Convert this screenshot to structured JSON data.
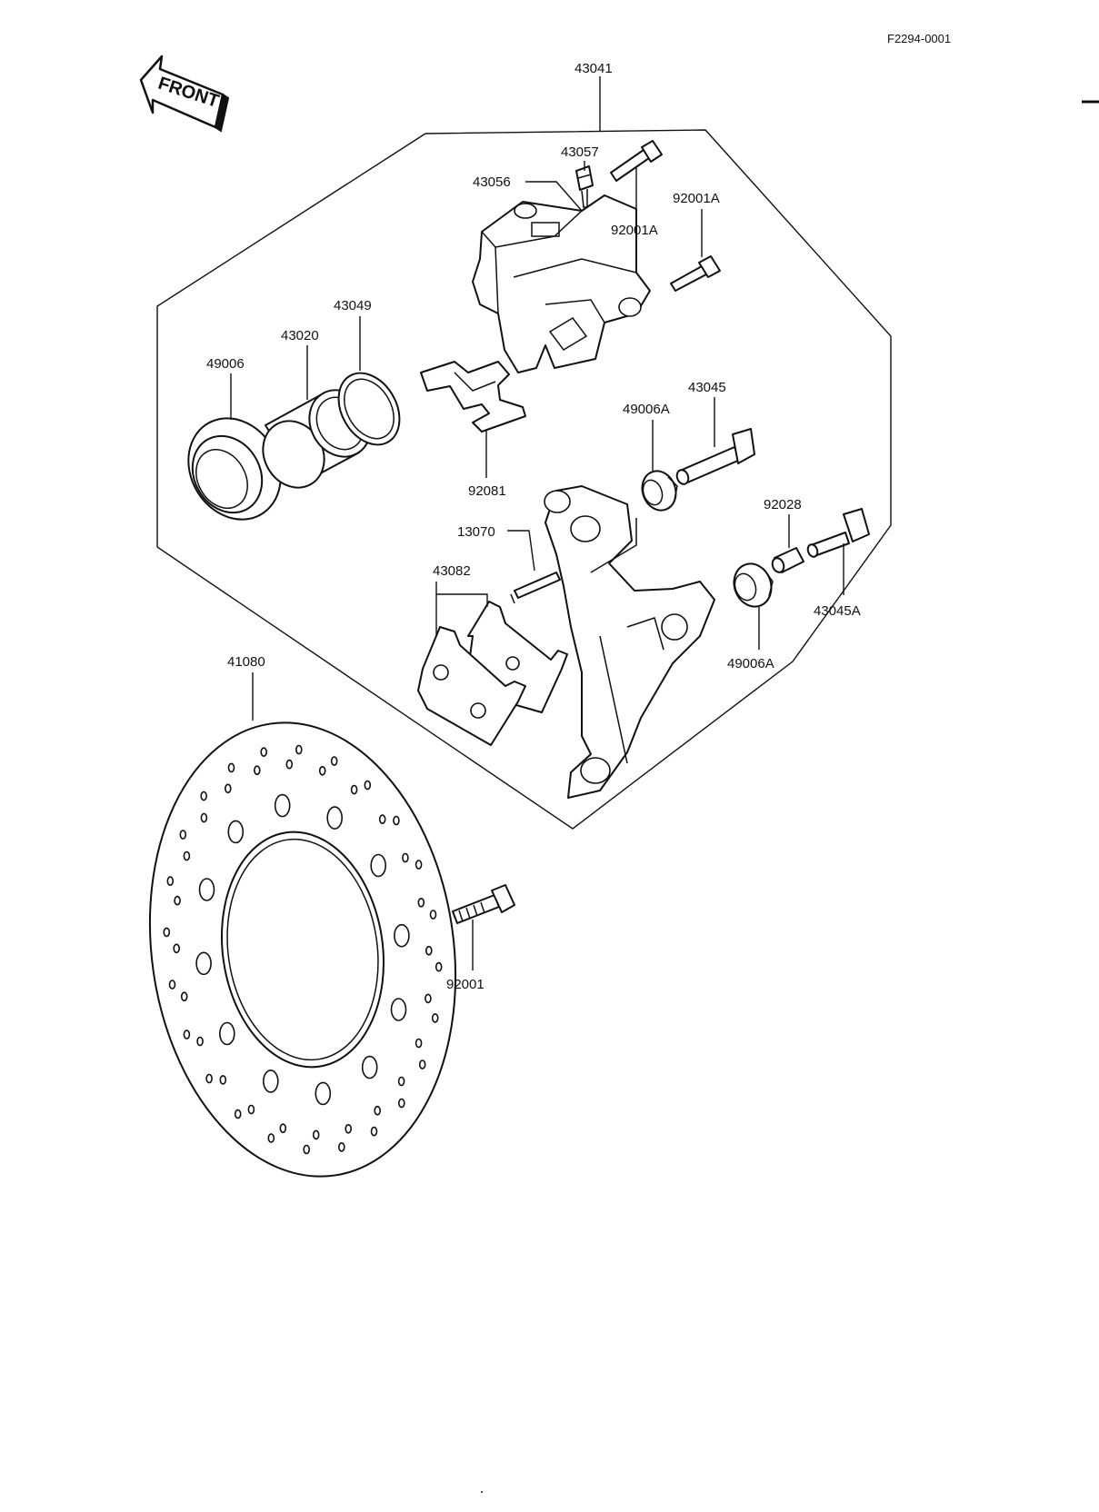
{
  "diagram": {
    "reference_code": "F2294-0001",
    "front_marker": "FRONT",
    "parts": {
      "p43041": "43041",
      "p43057": "43057",
      "p43056": "43056",
      "p92001A_a": "92001A",
      "p92001A_b": "92001A",
      "p43049": "43049",
      "p43020": "43020",
      "p49006": "49006",
      "p43045": "43045",
      "p49006A_a": "49006A",
      "p92081": "92081",
      "p92028": "92028",
      "p13070": "13070",
      "p43082": "43082",
      "p43045A": "43045A",
      "p49006A_b": "49006A",
      "p41080": "41080",
      "p92001": "92001"
    }
  }
}
